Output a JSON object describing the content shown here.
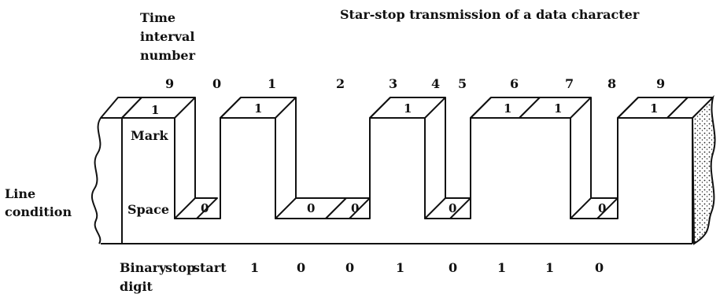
{
  "title": "Star-stop transmission of a data character",
  "interval_label": [
    "Time",
    "interval",
    "number"
  ],
  "interval_numbers": [
    "9",
    "0",
    "1",
    "2",
    "3",
    "4",
    "5",
    "6",
    "7",
    "8",
    "9"
  ],
  "axis_label": [
    "Line",
    "condition"
  ],
  "level_mark": "Mark",
  "level_space": "Space",
  "top_bits": [
    "1",
    "1",
    "1",
    "1",
    "1",
    "1"
  ],
  "bottom_bits": [
    "0",
    "0",
    "0",
    "0",
    "0"
  ],
  "binary_label": [
    "Binary",
    "digit"
  ],
  "stop_label": "stop",
  "start_label": "start",
  "binary_digits": [
    "1",
    "0",
    "0",
    "1",
    "0",
    "1",
    "1",
    "0"
  ]
}
